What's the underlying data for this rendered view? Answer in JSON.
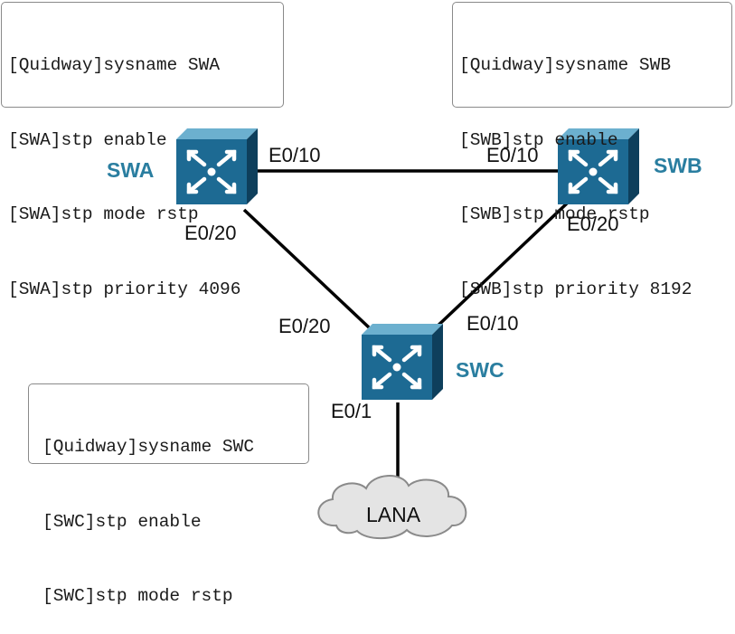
{
  "colors": {
    "switch_front": "#1d6a93",
    "switch_top": "#6cb0cf",
    "switch_side": "#0e3f5c",
    "switch_name": "#2a7ea0",
    "link": "#000000",
    "cloud_fill": "#e4e4e4",
    "cloud_stroke": "#8a8a8a"
  },
  "switches": {
    "swa": {
      "name": "SWA",
      "icon": "switch-icon"
    },
    "swb": {
      "name": "SWB",
      "icon": "switch-icon"
    },
    "swc": {
      "name": "SWC",
      "icon": "switch-icon"
    }
  },
  "configs": {
    "swa": [
      "[Quidway]sysname SWA",
      "[SWA]stp enable",
      "[SWA]stp mode rstp",
      "[SWA]stp priority 4096"
    ],
    "swb": [
      "[Quidway]sysname SWB",
      "[SWB]stp enable",
      "[SWB]stp mode rstp",
      "[SWB]stp priority 8192"
    ],
    "swc": [
      "[Quidway]sysname SWC",
      "[SWC]stp enable",
      "[SWC]stp mode rstp"
    ]
  },
  "ports": {
    "swa_to_swb": "E0/10",
    "swb_to_swa": "E0/10",
    "swa_to_swc": "E0/20",
    "swb_to_swc": "E0/20",
    "swc_to_swa": "E0/20",
    "swc_to_swb": "E0/10",
    "swc_to_lan": "E0/1"
  },
  "lan": {
    "label": "LANA",
    "icon": "cloud-icon"
  }
}
